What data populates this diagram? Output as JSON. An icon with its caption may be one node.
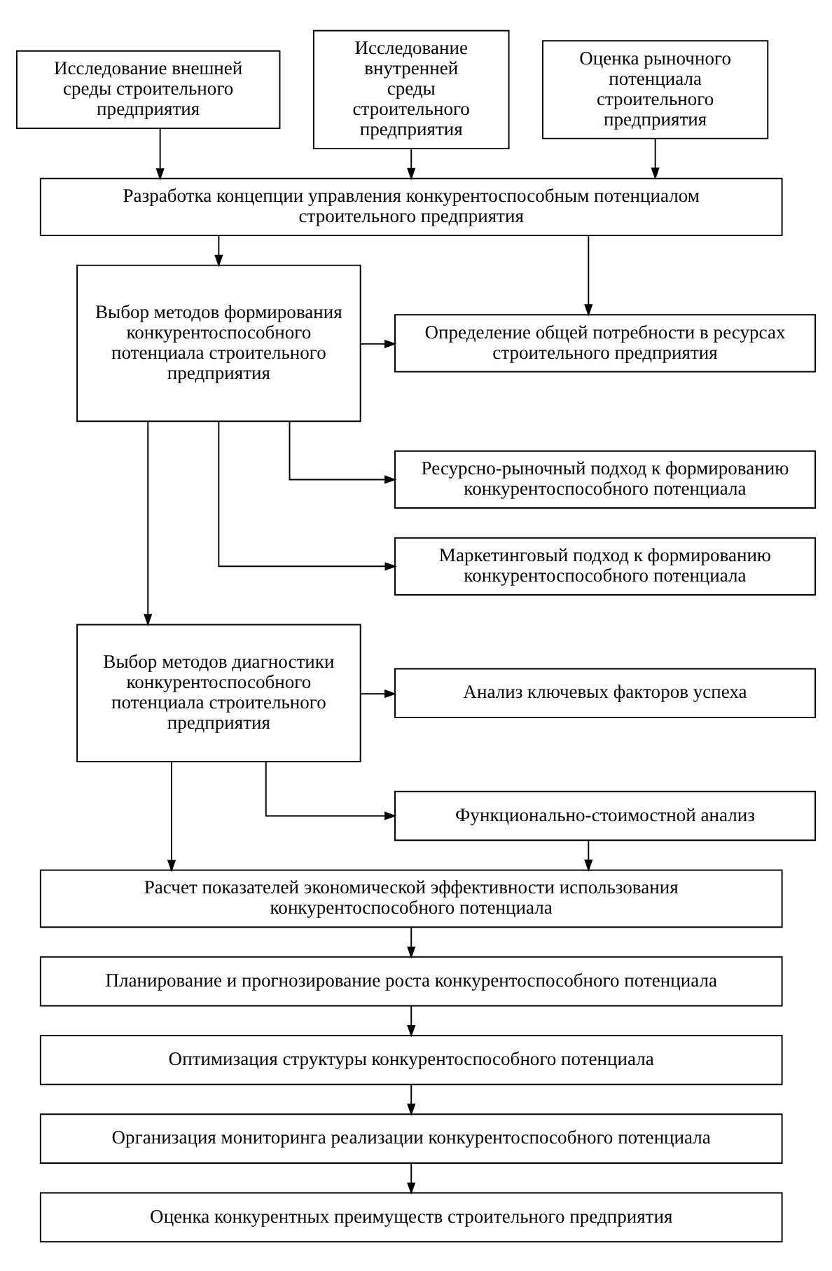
{
  "diagram": {
    "nodes": [
      {
        "text": [
          "Исследование внешней среды строительного предприятия"
        ]
      },
      {
        "text": [
          "Исследование внутренней среды строительного предприятия"
        ]
      },
      {
        "text": [
          "Оценка рыночного потенциала строительного предприятия"
        ]
      },
      {
        "text": [
          "Разработка концепции управления конкурентоспособным потенциалом строительного предприятия"
        ]
      },
      {
        "text": [
          "Выбор методов формирования конкурентоспособного потенциала строительного предприятия"
        ]
      },
      {
        "text": [
          "Определение общей потребности в ресурсах строительного предприятия"
        ]
      },
      {
        "text": [
          "Ресурсно-рыночный подход к формированию конкурентоспособного потенциала"
        ]
      },
      {
        "text": [
          "Маркетинговый подход к формированию конкурентоспособного потенциала"
        ]
      },
      {
        "text": [
          "Выбор методов диагностики конкурентоспособного потенциала строительного предприятия"
        ]
      },
      {
        "text": [
          "Анализ ключевых факторов успеха"
        ]
      },
      {
        "text": [
          "Функционально-стоимостной анализ"
        ]
      },
      {
        "text": [
          "Расчет показателей экономической эффективности использования конкурентоспособного потенциала"
        ]
      },
      {
        "text": [
          "Планирование и прогнозирование роста конкурентоспособного потенциала"
        ]
      },
      {
        "text": [
          "Оптимизация структуры конкурентоспособного потенциала"
        ]
      },
      {
        "text": [
          "Организация мониторинга реализации конкурентоспособного потенциала"
        ]
      },
      {
        "text": [
          "Оценка конкурентных преимуществ строительного предприятия"
        ]
      }
    ],
    "edges": [
      {
        "from": 0,
        "to": 3,
        "arrow": "to"
      },
      {
        "from": 1,
        "to": 3,
        "arrow": "to"
      },
      {
        "from": 2,
        "to": 3,
        "arrow": "to"
      },
      {
        "from": 3,
        "to": 4,
        "arrow": "to"
      },
      {
        "from": 3,
        "to": 5,
        "arrow": "to"
      },
      {
        "from": 4,
        "to": 5,
        "arrow": "to"
      },
      {
        "from": 4,
        "to": 6,
        "arrow": "to"
      },
      {
        "from": 4,
        "to": 7,
        "arrow": "to"
      },
      {
        "from": 4,
        "to": 8,
        "arrow": "to"
      },
      {
        "from": 8,
        "to": 9,
        "arrow": "to"
      },
      {
        "from": 8,
        "to": 10,
        "arrow": "to"
      },
      {
        "from": 8,
        "to": 11,
        "arrow": "to"
      },
      {
        "from": 10,
        "to": 11,
        "arrow": "to"
      },
      {
        "from": 11,
        "to": 12,
        "arrow": "to"
      },
      {
        "from": 12,
        "to": 13,
        "arrow": "to"
      },
      {
        "from": 13,
        "to": 14,
        "arrow": "to"
      },
      {
        "from": 14,
        "to": 15,
        "arrow": "to"
      }
    ]
  }
}
